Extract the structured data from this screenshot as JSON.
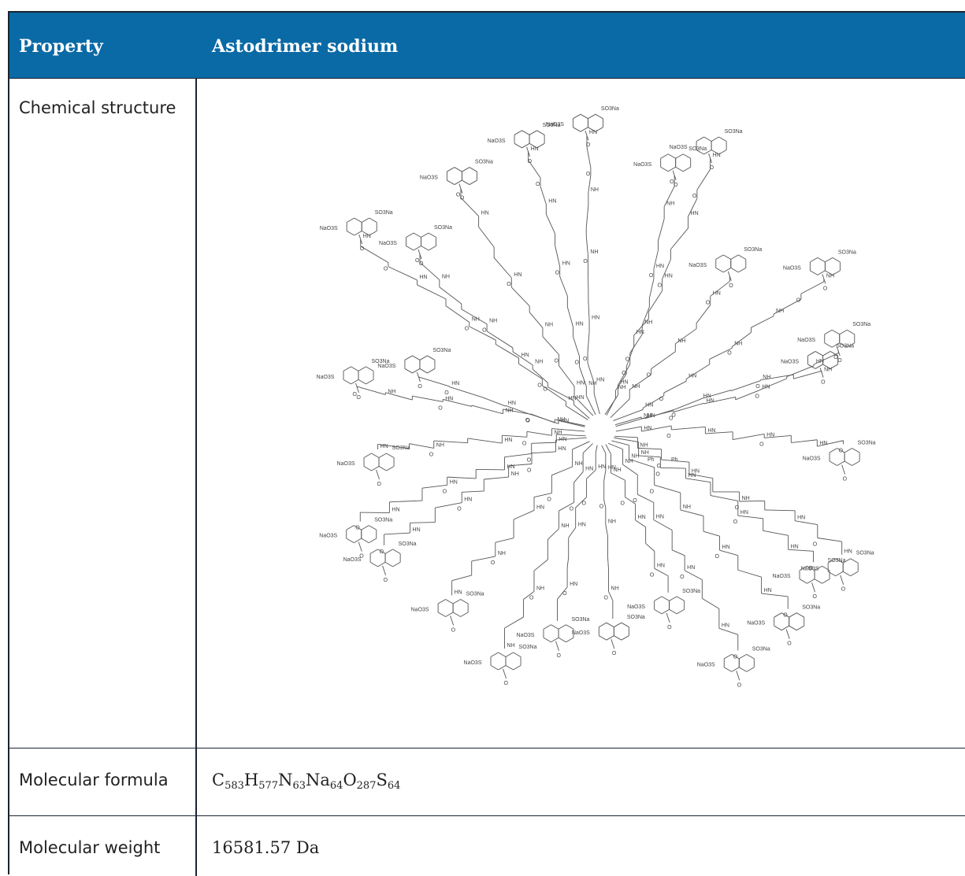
{
  "table": {
    "headers": [
      "Property",
      "Astodrimer sodium"
    ],
    "rows": [
      {
        "property": "Chemical structure"
      },
      {
        "property": "Molecular formula",
        "formula_parts": [
          {
            "el": "C",
            "n": "583"
          },
          {
            "el": "H",
            "n": "577"
          },
          {
            "el": "N",
            "n": "63"
          },
          {
            "el": "Na",
            "n": "64"
          },
          {
            "el": "O",
            "n": "287"
          },
          {
            "el": "S",
            "n": "64"
          }
        ]
      },
      {
        "property": "Molecular weight",
        "value": "16581.57 Da"
      }
    ]
  },
  "structure": {
    "labels": [
      "SO3Na",
      "NaO3S",
      "NH",
      "HN",
      "O",
      "Ph"
    ]
  },
  "colors": {
    "header_bg": "#0a6aa6",
    "grid": "#1a2430"
  }
}
